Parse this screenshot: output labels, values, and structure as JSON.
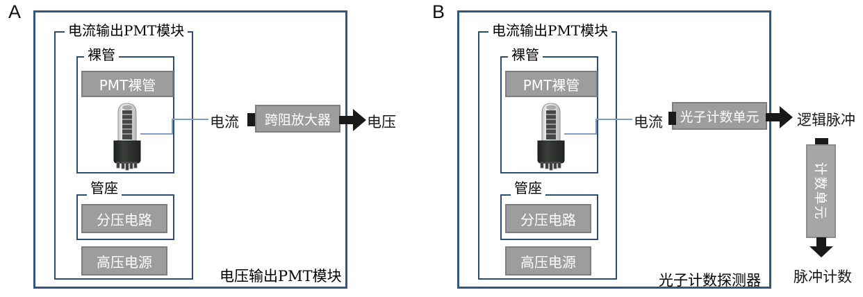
{
  "colors": {
    "outer_border": "#31567f",
    "inner_border": "#2c4d72",
    "gray_fill": "#9d9d9d",
    "gray_border": "#7d7d7d",
    "connector_line": "#7d9dc4",
    "arrow_black": "#191919"
  },
  "panels": {
    "a": {
      "letter": "A",
      "module_box_label": "电流输出PMT模块",
      "bare_tube_label": "裸管",
      "pmt_bare_tube_label": "PMT裸管",
      "socket_label": "管座",
      "divider_circuit_label": "分压电路",
      "hv_supply_label": "高压电源",
      "signal_in_label": "电流",
      "processing_unit_label": "跨阻放大器",
      "signal_out_label": "电压",
      "bottom_caption": "电压输出PMT模块"
    },
    "b": {
      "letter": "B",
      "module_box_label": "电流输出PMT模块",
      "bare_tube_label": "裸管",
      "pmt_bare_tube_label": "PMT裸管",
      "socket_label": "管座",
      "divider_circuit_label": "分压电路",
      "hv_supply_label": "高压电源",
      "signal_in_label": "电流",
      "processing_unit_label": "光子计数单元",
      "signal_out_label": "逻辑脉冲",
      "counter_unit_label": "计数单元",
      "pulse_count_label": "脉冲计数",
      "bottom_caption": "光子计数探测器"
    }
  }
}
